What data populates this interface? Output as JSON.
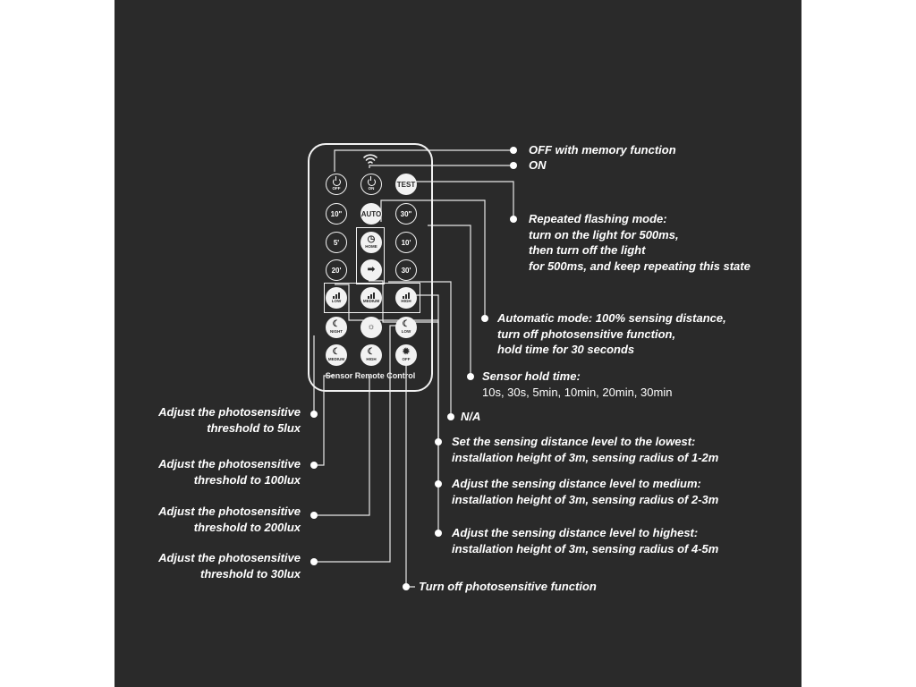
{
  "remote": {
    "brand": "Sensor Remote Control",
    "buttons": {
      "off": "OFF",
      "on": "ON",
      "test": "TEST",
      "t10s": "10\"",
      "auto": "AUTO",
      "t30s": "30\"",
      "t5m": "5'",
      "home": "HOME",
      "t10m": "10'",
      "t20m": "20'",
      "t30m": "30'",
      "low": "LOW",
      "medium": "MEDIUM",
      "high": "HIGH",
      "night": "NIGHT",
      "sun_label": "",
      "ph_low": "LOW",
      "ph_medium": "MEDIUM",
      "ph_high": "HIGH",
      "ph_off": "OFF"
    }
  },
  "callouts": {
    "off_memory": "OFF with memory function",
    "on": "ON",
    "test_title": "Repeated flashing mode:",
    "test_l2": "turn on the light for 500ms,",
    "test_l3": "then turn off the light",
    "test_l4": "for 500ms, and keep repeating this state",
    "auto_l1": "Automatic mode: 100% sensing distance,",
    "auto_l2": "turn off photosensitive function,",
    "auto_l3": "hold time for 30 seconds",
    "hold_title": "Sensor hold time:",
    "hold_values": "10s, 30s, 5min, 10min, 20min, 30min",
    "na": "N/A",
    "low_l1": "Set the sensing distance level to the lowest:",
    "low_l2": "installation height of 3m, sensing radius of 1-2m",
    "med_l1": "Adjust the sensing distance level to medium:",
    "med_l2": "installation height of 3m, sensing radius of 2-3m",
    "high_l1": "Adjust the sensing distance level to highest:",
    "high_l2": "installation height of 3m, sensing radius of 4-5m",
    "ph5_l1": "Adjust the photosensitive",
    "ph5_l2": "threshold to 5lux",
    "ph100_l1": "Adjust the photosensitive",
    "ph100_l2": "threshold to 100lux",
    "ph200_l1": "Adjust the photosensitive",
    "ph200_l2": "threshold to 200lux",
    "ph30_l1": "Adjust the photosensitive",
    "ph30_l2": "threshold to 30lux",
    "ph_off": "Turn off photosensitive function"
  },
  "colors": {
    "background": "#2a2a2a",
    "foreground": "#ffffff"
  }
}
